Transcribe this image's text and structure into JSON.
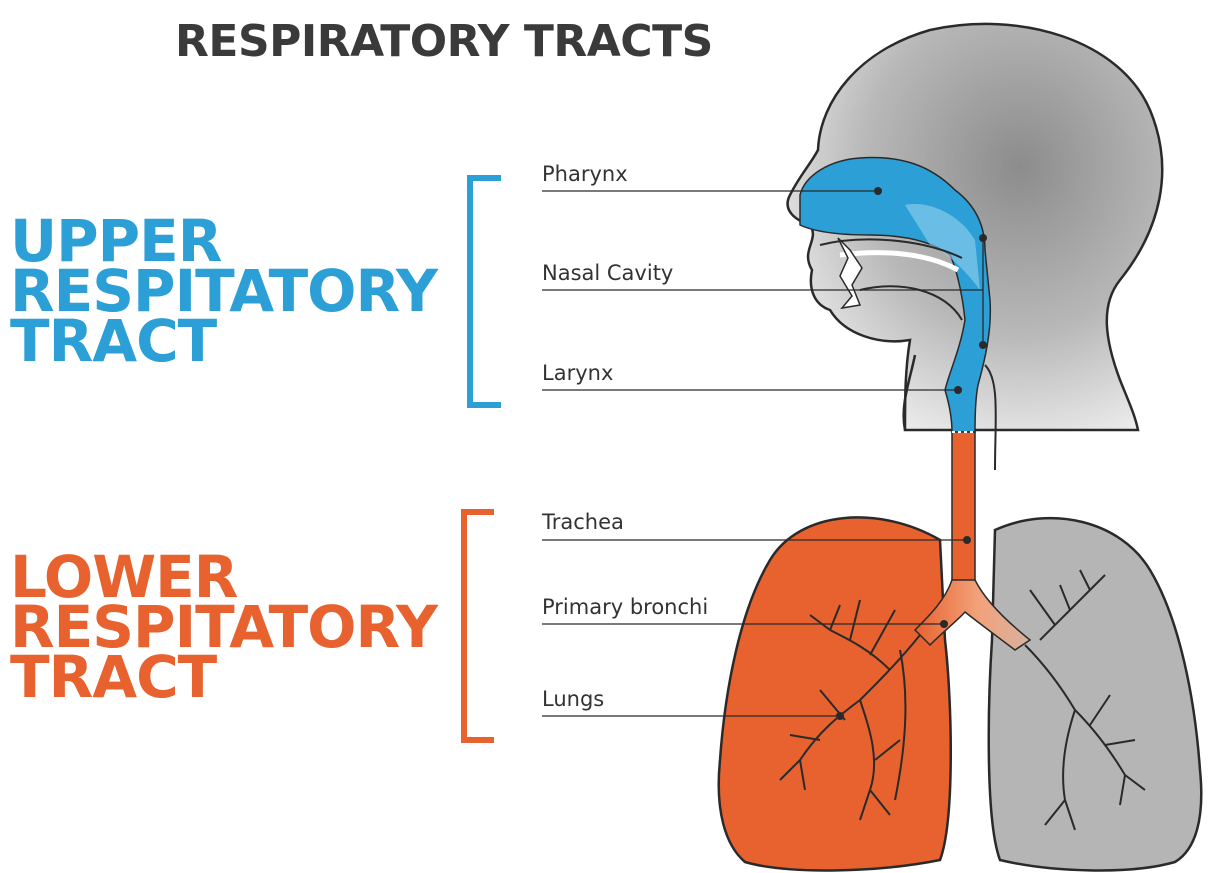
{
  "title": "RESPIRATORY TRACTS",
  "colors": {
    "upper": "#2b9fd6",
    "lower": "#e7622e",
    "head": "#a0a0a0",
    "outline": "#2a2a2a",
    "label_text": "#333333"
  },
  "groups": {
    "upper": {
      "title_lines": [
        "UPPER",
        "RESPITATORY",
        "TRACT"
      ],
      "labels": [
        "Pharynx",
        "Nasal Cavity",
        "Larynx"
      ]
    },
    "lower": {
      "title_lines": [
        "LOWER",
        "RESPITATORY",
        "TRACT"
      ],
      "labels": [
        "Trachea",
        "Primary bronchi",
        "Lungs"
      ]
    }
  }
}
